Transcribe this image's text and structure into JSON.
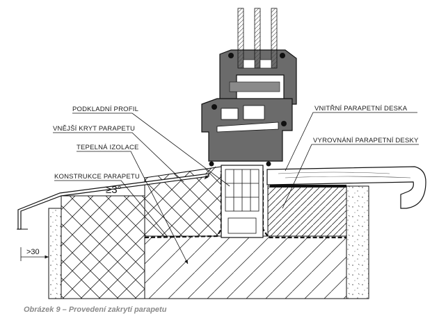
{
  "labels": {
    "podkladni_profil": "PODKLADNÍ PROFIL",
    "vnejsi_kryt": "VNĚJŠÍ KRYT PARAPETU",
    "tepelna_izolace": "TEPELNÁ IZOLACE",
    "konstrukce": "KONSTRUKCE PARAPETU",
    "vnitrni_deska": "VNITŘNÍ PARAPETNÍ DESKA",
    "vyrovnani": "VYROVNÁNÍ PARAPETNÍ DESKY"
  },
  "dimensions": {
    "slope": "≥3°",
    "overhang": ">30"
  },
  "caption": "Obrázek 9 – Provedení zakrytí parapetu",
  "colors": {
    "profile_fill": "#6b6b6b",
    "line": "#111111",
    "label_text": "#1a1a1a",
    "caption_text": "#8a8a8a"
  }
}
